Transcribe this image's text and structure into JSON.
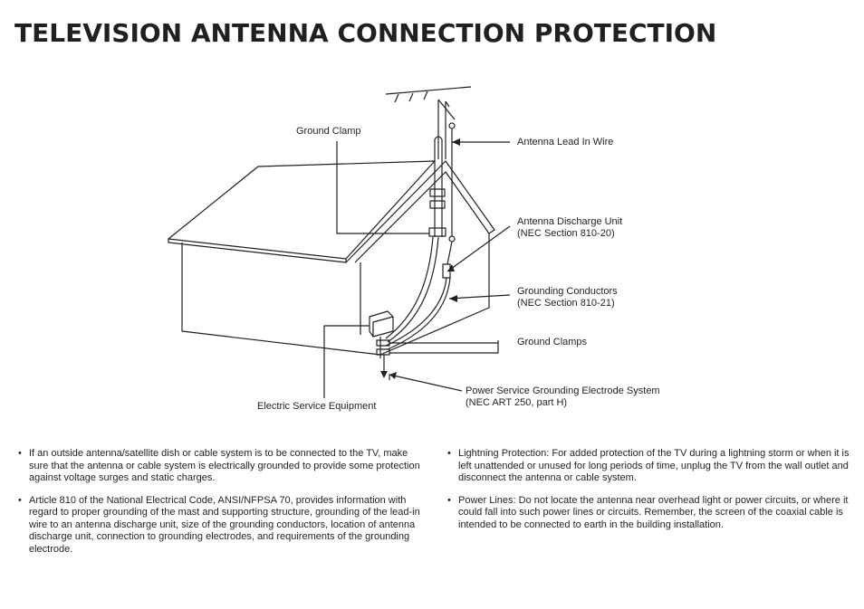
{
  "title": "TELEVISION ANTENNA CONNECTION PROTECTION",
  "diagram": {
    "labels": {
      "ground_clamp": "Ground Clamp",
      "antenna_lead": "Antenna Lead In Wire",
      "discharge_unit_1": "Antenna Discharge Unit",
      "discharge_unit_2": "(NEC Section 810-20)",
      "grounding_conductors_1": "Grounding Conductors",
      "grounding_conductors_2": "(NEC Section 810-21)",
      "ground_clamps": "Ground Clamps",
      "power_service_1": "Power Service Grounding Electrode System",
      "power_service_2": "(NEC ART 250, part H)",
      "electric_service": "Electric Service Equipment"
    }
  },
  "notes": {
    "left": [
      "If an outside antenna/satellite dish or cable system is to be connected to the TV, make sure that the antenna or cable system is electrically grounded to provide some protection against voltage surges and static charges.",
      "Article 810 of the National Electrical Code, ANSI/NFPSA 70, provides information with regard to proper grounding of the mast and supporting structure, grounding of the lead-in wire to an antenna discharge unit, size of the grounding conductors, location of antenna discharge unit, connection to grounding electrodes, and requirements of the grounding electrode."
    ],
    "right": [
      "Lightning Protection: For added protection of the TV during a lightning storm or when it is left unattended or unused for long periods of time, unplug the TV from the wall outlet and disconnect the antenna or cable system.",
      "Power Lines: Do not locate the antenna near overhead light or power circuits, or where it could fall into such power lines or circuits. Remember, the screen of the coaxial cable is intended to be connected to earth in the building installation."
    ]
  }
}
